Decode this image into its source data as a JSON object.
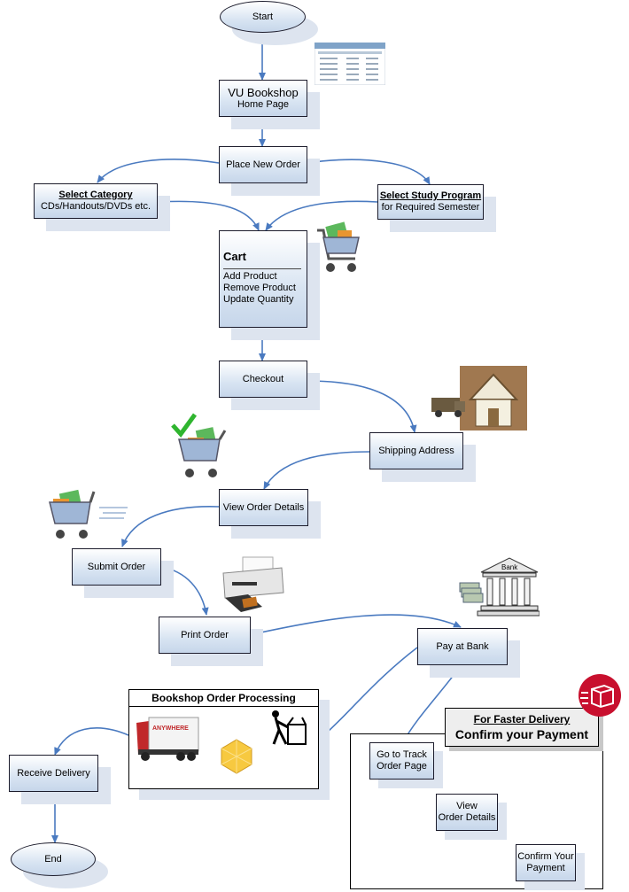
{
  "nodes": {
    "start": "Start",
    "home_title": "VU Bookshop",
    "home_sub": "Home Page",
    "place_order": "Place New Order",
    "select_category_title": "Select Category",
    "select_category_sub": "CDs/Handouts/DVDs etc.",
    "select_program_title": "Select Study Program",
    "select_program_sub": "for Required Semester",
    "cart_title": "Cart",
    "cart_items": [
      "Add Product",
      "Remove Product",
      "Update Quantity"
    ],
    "checkout": "Checkout",
    "shipping": "Shipping Address",
    "view_order": "View Order Details",
    "submit_order": "Submit Order",
    "print_order": "Print Order",
    "pay_bank": "Pay at Bank",
    "processing_title": "Bookshop Order Processing",
    "receive": "Receive Delivery",
    "end": "End",
    "faster_title": "For Faster Delivery",
    "faster_sub": "Confirm your Payment",
    "track_line1": "Go to Track",
    "track_line2": "Order Page",
    "view_details_line1": "View",
    "view_details_line2": "Order Details",
    "confirm_line1": "Confirm Your",
    "confirm_line2": "Payment"
  },
  "icons": {
    "homepage_thumb": "webpage-thumbnail-icon",
    "cart": "shopping-cart-icon",
    "house": "house-with-truck-icon",
    "checked_cart": "checked-cart-icon",
    "moving_cart": "moving-cart-icon",
    "printer": "printer-icon",
    "bank": "bank-building-icon",
    "truck": "delivery-truck-icon",
    "worker": "worker-packing-box-icon",
    "gem": "gold-gem-icon",
    "fast_delivery": "fast-delivery-box-icon",
    "bank_sign": "Bank",
    "truck_label": "ANYWHERE"
  },
  "colors": {
    "arrow": "#4a7ac0",
    "box_fill": "#c6d6ea",
    "shadow": "#dde4ef",
    "faster_badge": "#c8102e"
  }
}
